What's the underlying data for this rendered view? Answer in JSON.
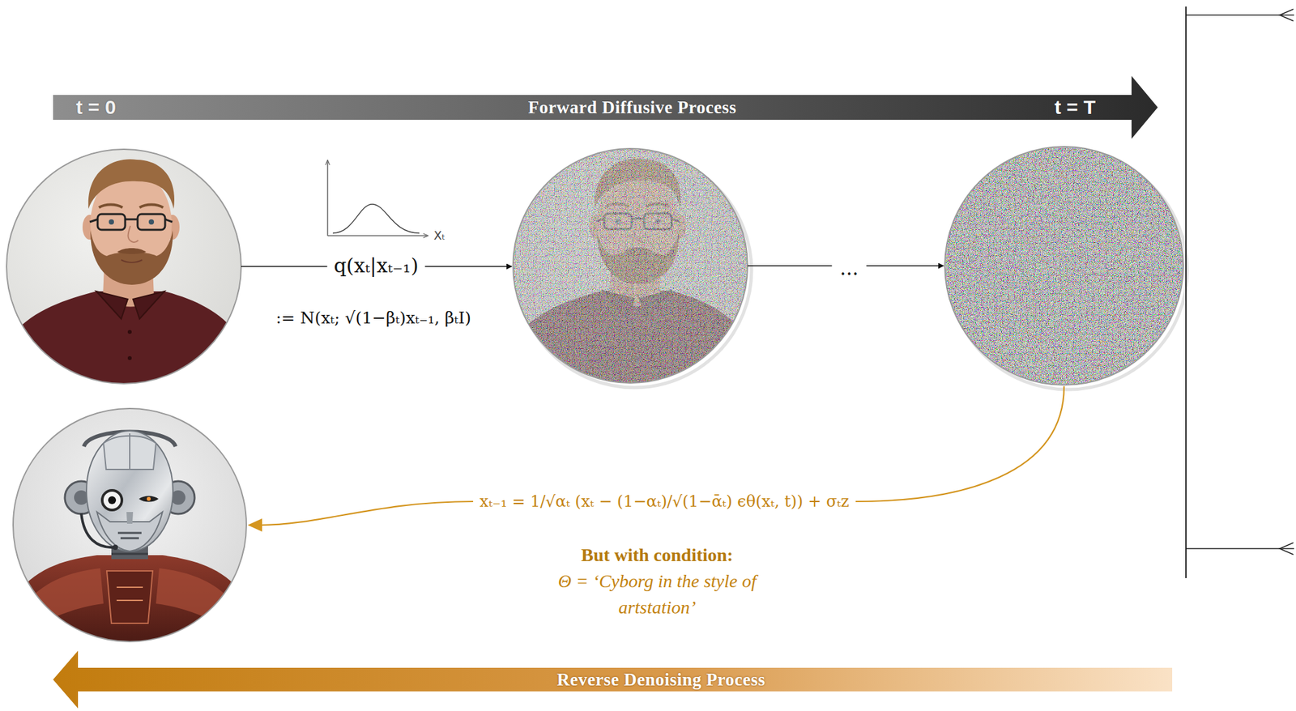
{
  "diagram": {
    "nodes": [
      {
        "text": [
          "t = 0",
          "Forward Diffusive Process",
          "t = T"
        ]
      },
      {
        "text": [
          "Reverse Denoising Process"
        ]
      }
    ],
    "labels": [
      "Xₜ",
      "q(xₜ|xₜ₋₁)",
      ":= N(xₜ; √(1−βₜ)xₜ₋₁, βₜI)",
      "...",
      "xₜ₋₁ = 1/√αₜ (xₜ − (1−αₜ)/√(1−ᾱₜ) ϵθ(xₜ, t)) + σₜz",
      "But with condition:",
      "Θ = ‘Cyborg in the style of artstation’"
    ]
  }
}
